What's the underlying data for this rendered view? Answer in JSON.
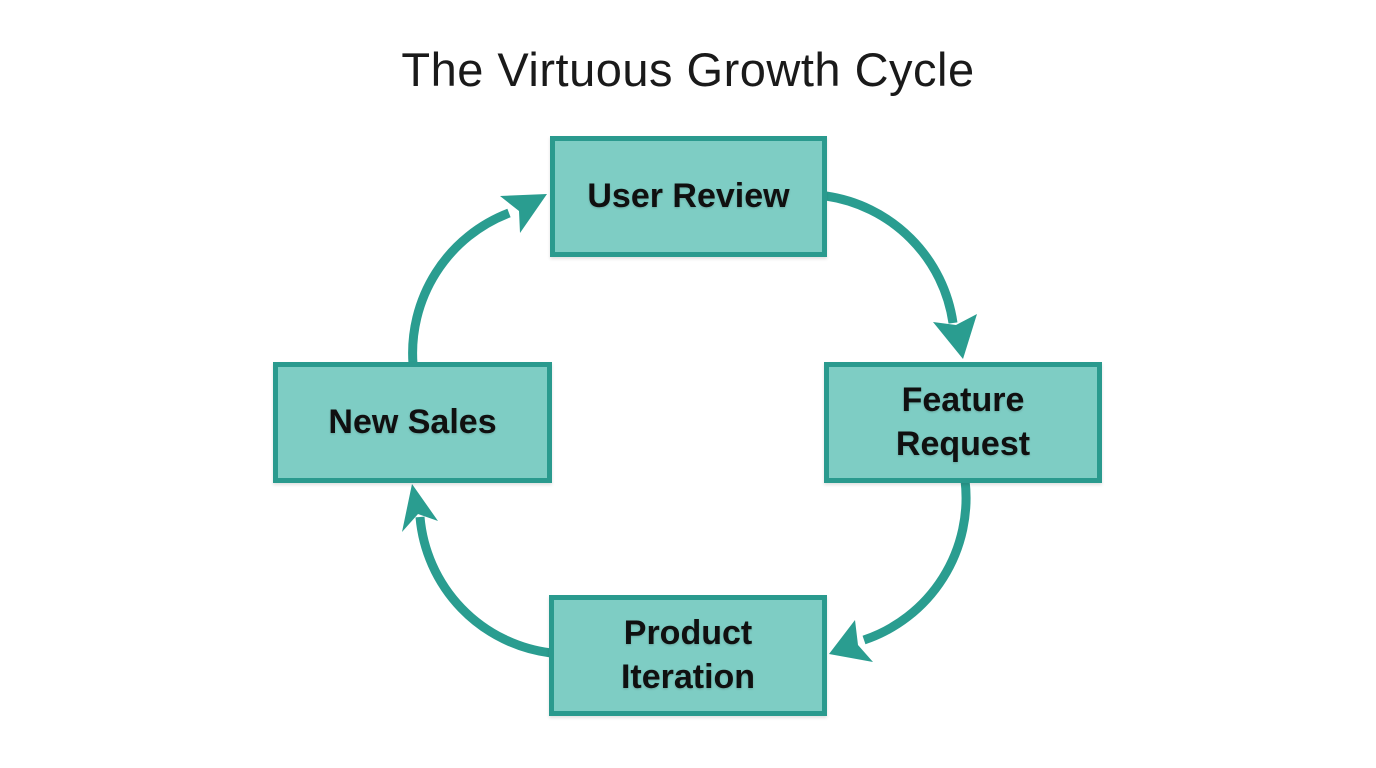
{
  "title": "The Virtuous Growth Cycle",
  "cycle": {
    "nodes": [
      {
        "id": "user-review",
        "label": "User Review",
        "position": "top"
      },
      {
        "id": "feature-request",
        "label": "Feature Request",
        "position": "right"
      },
      {
        "id": "product-iteration",
        "label": "Product Iteration",
        "position": "bottom"
      },
      {
        "id": "new-sales",
        "label": "New Sales",
        "position": "left"
      }
    ],
    "edges": [
      {
        "from": "User Review",
        "to": "Feature Request",
        "location": "top-right",
        "direction": "clockwise"
      },
      {
        "from": "Feature Request",
        "to": "Product Iteration",
        "location": "bottom-right",
        "direction": "clockwise"
      },
      {
        "from": "Product Iteration",
        "to": "New Sales",
        "location": "bottom-left",
        "direction": "clockwise"
      },
      {
        "from": "New Sales",
        "to": "User Review",
        "location": "top-left",
        "direction": "clockwise"
      }
    ]
  },
  "colors": {
    "background": "#ffffff",
    "box_fill": "#7ecdc4",
    "box_border": "#2a9a8e",
    "arrow": "#2a9d90",
    "title_text": "#1a1a1a",
    "box_text": "#101010"
  }
}
